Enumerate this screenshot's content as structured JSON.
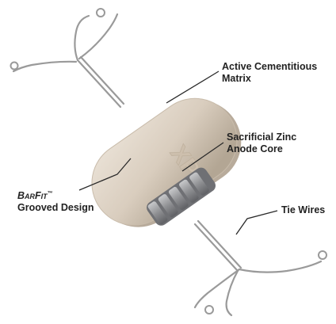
{
  "labels": {
    "matrix_line1": "Active Cementitious",
    "matrix_line2": "Matrix",
    "anode_line1": "Sacrificial Zinc",
    "anode_line2": "Anode Core",
    "barfit_brand": "BarFit",
    "barfit_tm": "™",
    "barfit_line2": "Grooved Design",
    "tiewires": "Tie Wires"
  },
  "colors": {
    "body_fill": "#dcd1c3",
    "body_shadow": "#b8ab9b",
    "zinc": "#8c8d90",
    "wire": "#9a9a9a",
    "callout_line": "#2a2a2a",
    "text": "#222222"
  }
}
